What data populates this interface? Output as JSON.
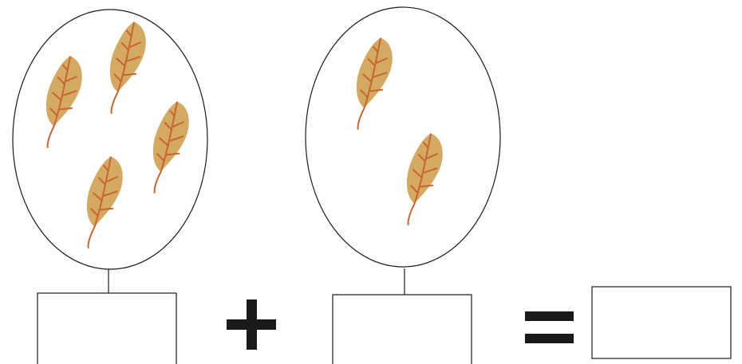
{
  "groups": [
    {
      "name": "group-a",
      "leaf_count": 4,
      "answer": ""
    },
    {
      "name": "group-b",
      "leaf_count": 2,
      "answer": ""
    }
  ],
  "operator": "+",
  "equals": "=",
  "result": "",
  "colors": {
    "leaf_fill": "#D4AA62",
    "leaf_vein": "#C9642E",
    "outline": "#1a1a1a",
    "symbol": "#1a1a1a"
  }
}
